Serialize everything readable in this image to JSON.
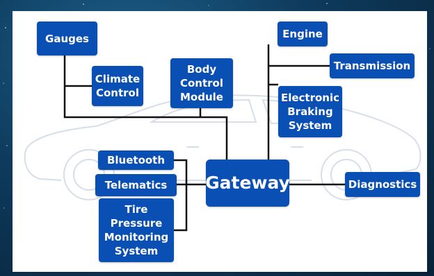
{
  "colors": {
    "node_fill": "#0a4fb3",
    "node_text": "#ffffff",
    "wire": "#111111",
    "background": "#0e3a5c",
    "panel": "#ffffff",
    "car_outline": "#c9d3e2"
  },
  "nodes": {
    "gauges": "Gauges",
    "climate": "Climate\nControl",
    "body_control": "Body\nControl\nModule",
    "engine": "Engine",
    "transmission": "Transmission",
    "braking": "Electronic\nBraking\nSystem",
    "bluetooth": "Bluetooth",
    "telematics": "Telematics",
    "gateway": "Gateway",
    "diagnostics": "Diagnostics",
    "tpms": "Tire\nPressure\nMonitoring\nSystem"
  }
}
